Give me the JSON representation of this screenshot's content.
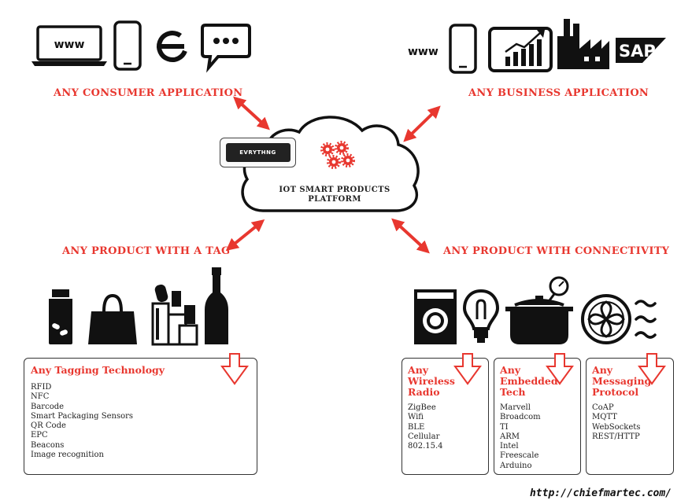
{
  "headings": {
    "consumer": "ANY CONSUMER APPLICATION",
    "business": "ANY BUSINESS APPLICATION",
    "tag": "ANY PRODUCT WITH A TAG",
    "connectivity": "ANY PRODUCT WITH CONNECTIVITY"
  },
  "consumer_icons": {
    "laptop_text": "www",
    "items": [
      "laptop-icon",
      "smartphone-icon",
      "browser-e-icon",
      "chat-bubble-icon"
    ]
  },
  "business_icons": {
    "www_text": "www",
    "sap_text": "SAP",
    "items": [
      "smartphone-icon",
      "tablet-chart-icon",
      "factory-icon",
      "sap-logo-icon"
    ]
  },
  "cloud": {
    "label_line1": "IOT SMART PRODUCTS",
    "label_line2": "PLATFORM",
    "logo_text": "EVRYTHNG"
  },
  "tag_products": [
    "medicine-bottle-icon",
    "handbag-icon",
    "cosmetics-icon",
    "wine-bottle-icon"
  ],
  "connected_products": [
    "washing-machine-icon",
    "light-bulb-icon",
    "cooking-pot-icon",
    "fan-icon"
  ],
  "cards": {
    "tagging": {
      "title": "Any Tagging Technology",
      "items": [
        "RFID",
        "NFC",
        "Barcode",
        "Smart Packaging Sensors",
        "QR Code",
        "EPC",
        "Beacons",
        "Image recognition"
      ]
    },
    "wireless": {
      "title_lines": [
        "Any",
        "Wireless",
        "Radio"
      ],
      "items": [
        "ZigBee",
        "Wifi",
        "BLE",
        "Cellular",
        "802.15.4"
      ]
    },
    "embedded": {
      "title_lines": [
        "Any",
        "Embedded",
        "Tech"
      ],
      "items": [
        "Marvell",
        "Broadcom",
        "TI",
        "ARM",
        "Intel",
        "Freescale",
        "Arduino"
      ]
    },
    "messaging": {
      "title_lines": [
        "Any",
        "Messaging",
        "Protocol"
      ],
      "items": [
        "CoAP",
        "MQTT",
        "WebSockets",
        "REST/HTTP"
      ]
    }
  },
  "source_url": "http://chiefmartec.com/",
  "colors": {
    "accent": "#e8372f",
    "ink": "#111111"
  }
}
